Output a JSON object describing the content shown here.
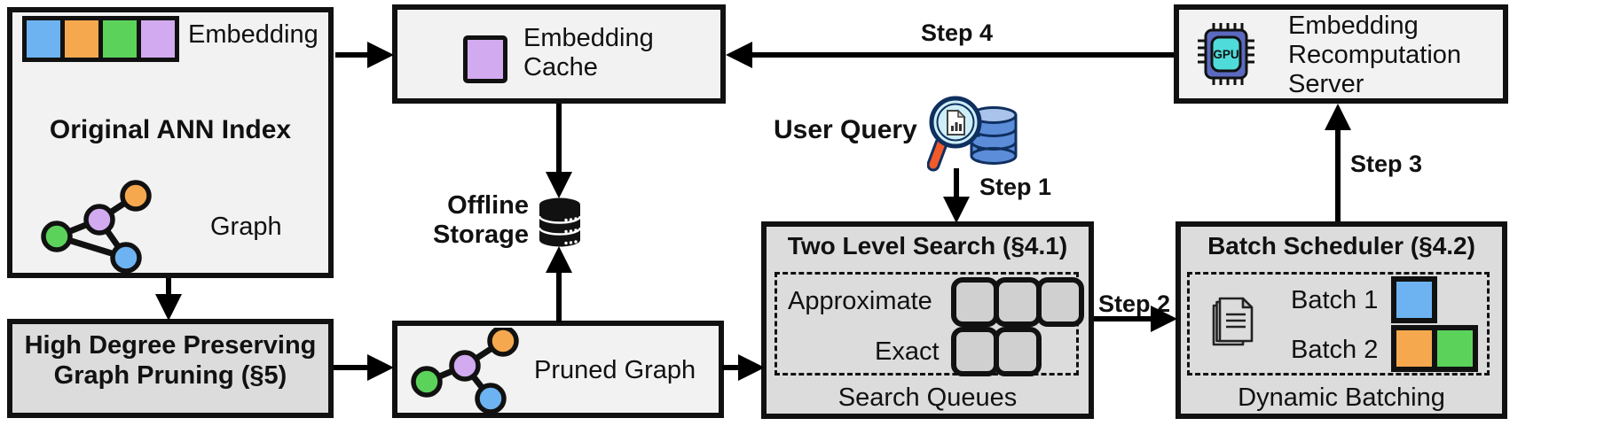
{
  "original_ann_index": {
    "embedding_label": "Embedding",
    "title": "Original ANN Index",
    "graph_label": "Graph",
    "embedding_cell_colors": [
      "#6db3f2",
      "#f5a84e",
      "#5bd35b",
      "#d2aaf0"
    ]
  },
  "embedding_cache": {
    "title_line1": "Embedding",
    "title_line2": "Cache"
  },
  "offline_storage": {
    "label_line1": "Offline",
    "label_line2": "Storage"
  },
  "recomputation_server": {
    "title_line1": "Embedding",
    "title_line2": "Recomputation",
    "title_line3": "Server",
    "chip_label": "GPU"
  },
  "user_query": {
    "label": "User Query"
  },
  "steps": {
    "s1": "Step 1",
    "s2": "Step 2",
    "s3": "Step 3",
    "s4": "Step 4"
  },
  "two_level_search": {
    "title": "Two Level Search (§4.1)",
    "approximate_label": "Approximate",
    "exact_label": "Exact",
    "caption": "Search Queues",
    "approximate_queue_count": 3,
    "exact_queue_count": 2
  },
  "batch_scheduler": {
    "title": "Batch Scheduler (§4.2)",
    "batch1_label": "Batch 1",
    "batch2_label": "Batch 2",
    "caption": "Dynamic Batching",
    "batch1_colors": [
      "#6db3f2"
    ],
    "batch2_colors": [
      "#f5a84e",
      "#5bd35b"
    ]
  },
  "high_degree_pruning": {
    "title_line1": "High Degree Preserving",
    "title_line2": "Graph Pruning (§5)"
  },
  "pruned_graph": {
    "label": "Pruned Graph"
  },
  "colors": {
    "node_blue": "#6db3f2",
    "node_orange": "#f5a84e",
    "node_green": "#5bd35b",
    "node_purple": "#d2aaf0",
    "light_box_fill": "#f2f2f2",
    "dark_box_fill": "#dcdcdc",
    "gpu_chip_body": "#5b6abf",
    "gpu_chip_screen": "#4fdbd9",
    "magnifier_lens": "#cdeef7",
    "magnifier_handle": "#f15a29",
    "query_db_blue": "#5b8dd9",
    "outline_black": "#111111"
  }
}
